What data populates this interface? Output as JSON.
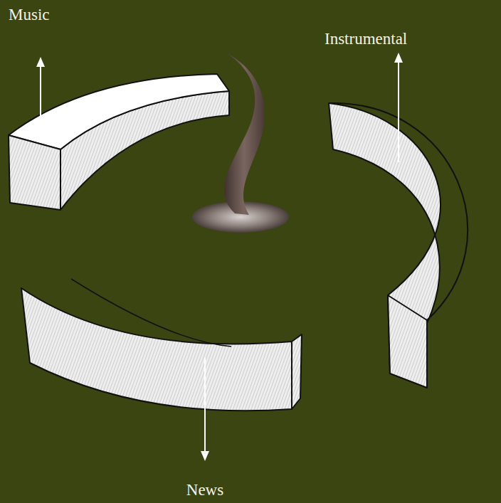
{
  "diagram": {
    "labels": [
      "Music",
      "Instrumental",
      "News"
    ]
  }
}
